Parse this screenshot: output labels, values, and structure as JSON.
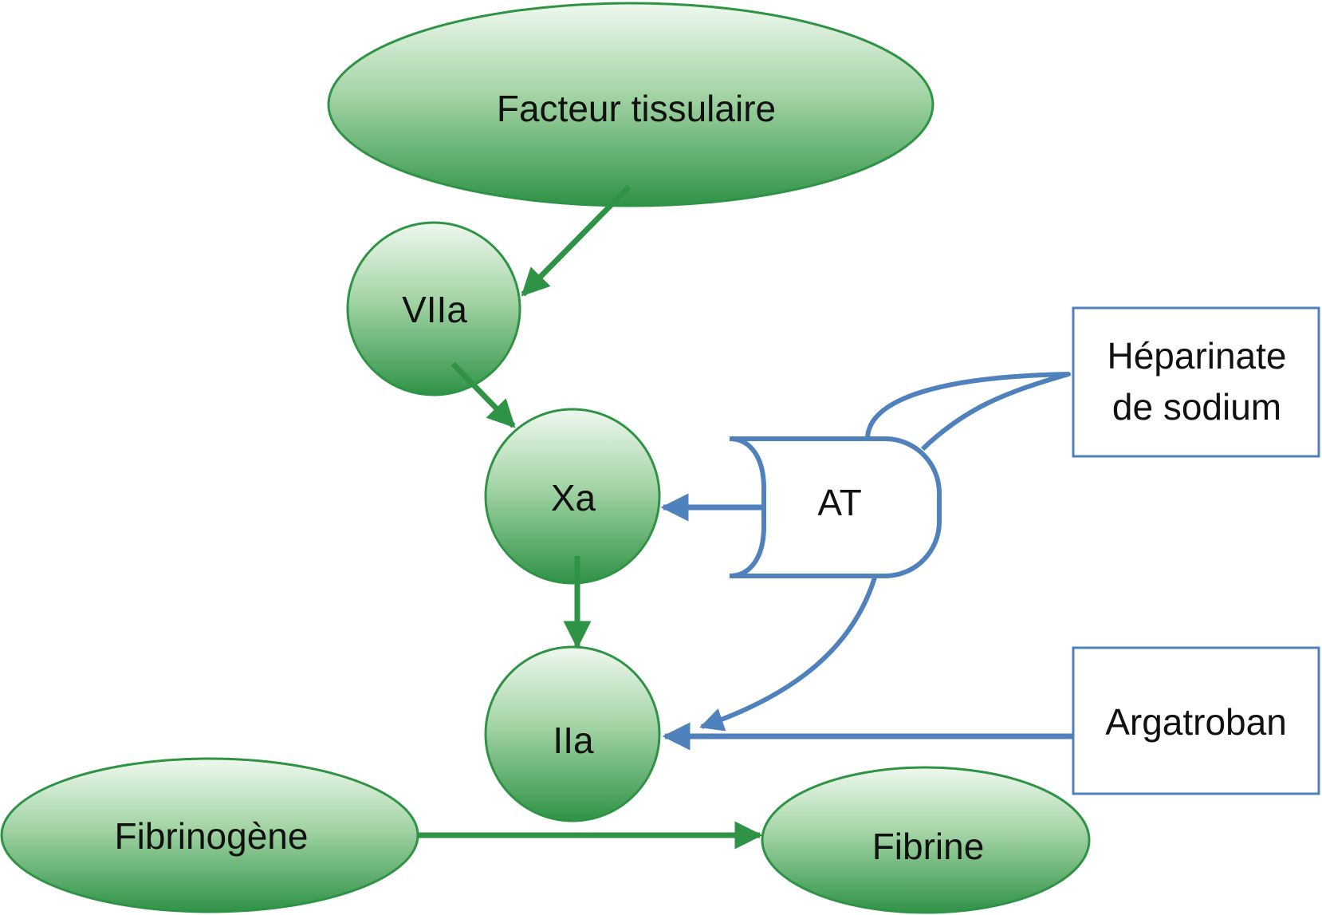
{
  "title": "Cascade de coagulation et sites d'action des anticoagulants",
  "colors": {
    "green_stroke": "#2f9346",
    "green_light": "#eef8ee",
    "green_dark": "#2f9346",
    "blue": "#4f81bd",
    "text": "#111111"
  },
  "nodes": {
    "facteur_tissulaire": "Facteur tissulaire",
    "viia": "VIIa",
    "xa": "Xa",
    "iia": "IIa",
    "fibrinogene": "Fibrinogène",
    "fibrine": "Fibrine",
    "at": "AT"
  },
  "drugs": {
    "heparinate_line1": "Héparinate",
    "heparinate_line2": "de sodium",
    "argatroban": "Argatroban"
  },
  "edges": [
    {
      "from": "Facteur tissulaire",
      "to": "VIIa",
      "type": "activation"
    },
    {
      "from": "VIIa",
      "to": "Xa",
      "type": "activation"
    },
    {
      "from": "Xa",
      "to": "IIa",
      "type": "activation"
    },
    {
      "from": "Fibrinogène",
      "to": "Fibrine",
      "type": "conversion"
    },
    {
      "from": "AT",
      "to": "Xa",
      "type": "inhibition"
    },
    {
      "from": "AT",
      "to": "IIa",
      "type": "inhibition"
    },
    {
      "from": "Héparinate de sodium",
      "to": "AT",
      "type": "binding"
    },
    {
      "from": "Argatroban",
      "to": "IIa",
      "type": "inhibition"
    }
  ]
}
